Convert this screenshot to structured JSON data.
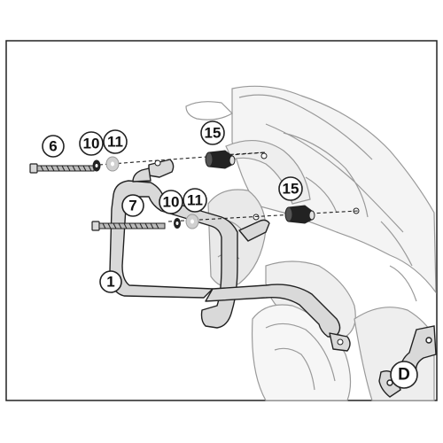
{
  "callouts": {
    "c6": "6",
    "c10_top": "10",
    "c11_top": "11",
    "c15_top": "15",
    "c7": "7",
    "c10_low": "10",
    "c11_low": "11",
    "c15_low": "15",
    "c1": "1",
    "cD": "D"
  },
  "colors": {
    "outline": "#222222",
    "frame_fill": "#d9d9d9",
    "bike_line": "#9a9a9a",
    "bike_fill": "#f3f3f3"
  }
}
